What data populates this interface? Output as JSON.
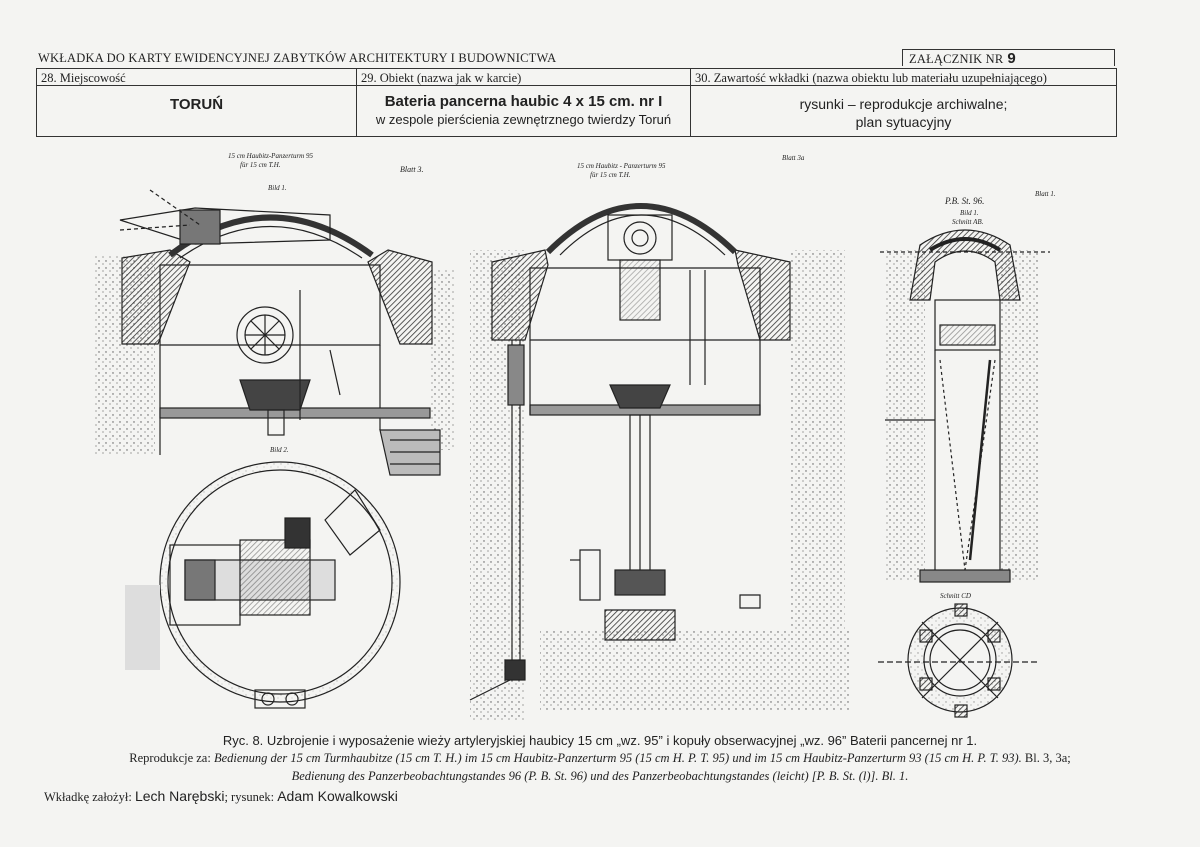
{
  "header": {
    "title": "WKŁADKA DO KARTY EWIDENCYJNEJ ZABYTKÓW ARCHITEKTURY I BUDOWNICTWA",
    "annex_label": "ZAŁĄCZNIK NR",
    "annex_number": "9"
  },
  "fields": [
    {
      "label": "28. Miejscowość",
      "value": "TORUŃ"
    },
    {
      "label": "29. Obiekt (nazwa jak w karcie)",
      "value": "Bateria pancerna haubic 4 x 15 cm. nr I",
      "subvalue": "w zespole pierścienia zewnętrznego twierdzy Toruń"
    },
    {
      "label": "30. Zawartość wkładki (nazwa obiektu lub materiału uzupełniającego)",
      "value": "rysunki – reprodukcje archiwalne;",
      "subvalue": "plan sytuacyjny"
    }
  ],
  "drawing_labels": {
    "left_top": "15 cm Haubitz-Panzerturm 95",
    "left_top2": "für 15 cm T.H.",
    "left_blatt": "Blatt 3.",
    "left_bild1": "Bild 1.",
    "left_bild2": "Bild 2.",
    "mid_top": "15 cm Haubitz - Panzerturm 95",
    "mid_top2": "für 15 cm T.H.",
    "mid_blatt": "Blatt 3a",
    "right_title": "P.B. St. 96.",
    "right_bild": "Bild 1.",
    "right_schnitt_ab": "Schnitt AB.",
    "right_blatt": "Blatt 1.",
    "right_schnitt_cd": "Schnitt CD"
  },
  "caption": {
    "line1": "Ryc. 8. Uzbrojenie i wyposażenie wieży artyleryjskiej haubicy 15 cm „wz. 95” i kopuły obserwacyjnej „wz. 96” Baterii pancernej nr 1.",
    "line2_prefix": "Reprodukcje za: ",
    "line2_italic": "Bedienung der 15 cm Turmhaubitze (15 cm T. H.) im 15 cm Haubitz-Panzerturm 95 (15 cm H. P. T. 95) und im 15 cm Haubitz-Panzerturm 93 (15 cm H. P. T. 93).",
    "line2_suffix": " Bl. 3, 3a;",
    "line3_italic": "Bedienung des Panzerbeobachtungstandes 96 (P. B. St. 96) und des Panzerbeobachtungstandes (leicht) [P. B. St. (l)]. Bl. 1."
  },
  "footer": {
    "prefix": "Wkładkę założył: ",
    "author": "Lech Narębski",
    "sep": "; rysunek: ",
    "drawer": "Adam Kowalkowski"
  }
}
